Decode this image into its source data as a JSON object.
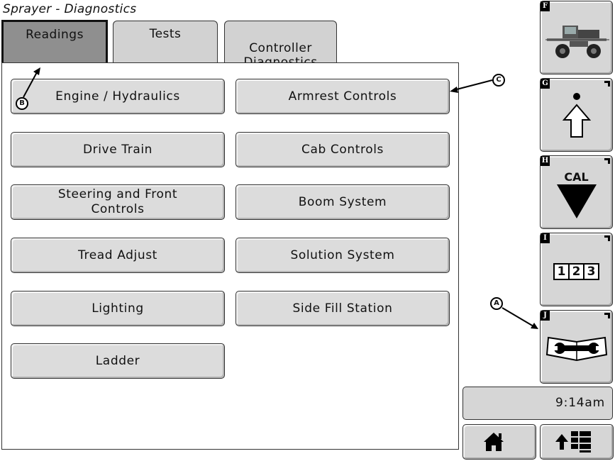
{
  "title": "Sprayer - Diagnostics",
  "tabs": [
    {
      "label": "Readings"
    },
    {
      "label": "Tests"
    },
    {
      "label": "Controller\nDiagnostics"
    }
  ],
  "buttons": {
    "engine_hydraulics": "Engine / Hydraulics",
    "armrest_controls": "Armrest Controls",
    "drive_train": "Drive Train",
    "cab_controls": "Cab Controls",
    "steering_front_controls": "Steering and Front\nControls",
    "boom_system": "Boom System",
    "tread_adjust": "Tread Adjust",
    "solution_system": "Solution System",
    "lighting": "Lighting",
    "side_fill_station": "Side Fill Station",
    "ladder": "Ladder"
  },
  "softkeys": [
    {
      "letter": "F",
      "icon": "sprayer-machine-icon"
    },
    {
      "letter": "G",
      "icon": "shift-up-arrow-icon"
    },
    {
      "letter": "H",
      "icon": "calibration-icon",
      "text": "CAL"
    },
    {
      "letter": "I",
      "icon": "numeric-entry-icon",
      "digits": [
        "1",
        "2",
        "3"
      ]
    },
    {
      "letter": "J",
      "icon": "diagnostics-wrench-book-icon"
    }
  ],
  "clock": "9:14am",
  "nav": {
    "home_icon": "home-icon",
    "menu_icon": "menu-up-icon"
  },
  "callouts": {
    "a": "A",
    "b": "B",
    "c": "C"
  }
}
